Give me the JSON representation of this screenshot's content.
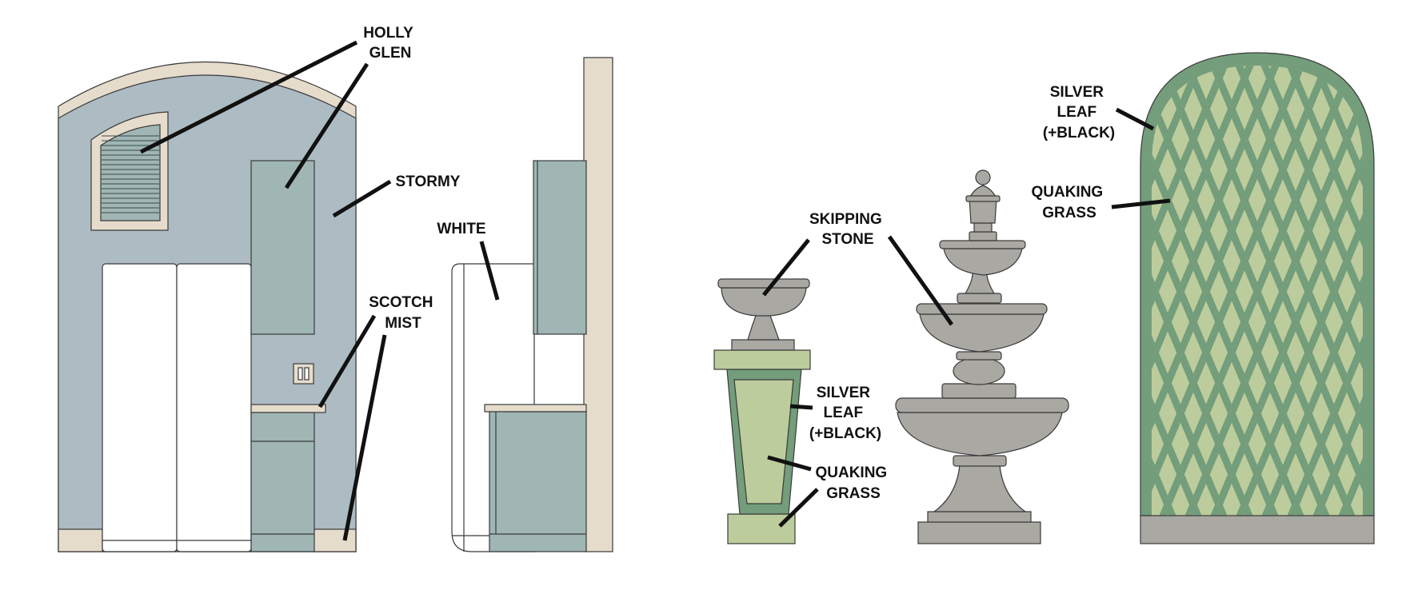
{
  "colors": {
    "holly_glen": "#9fb6b5",
    "stormy": "#adbbc3",
    "white": "#ffffff",
    "scotch_mist": "#e6dccb",
    "silver_leaf": "#739d7b",
    "quaking_grass": "#bccc9c",
    "skipping_stone": "#a9a8a3",
    "stone_dark": "#8e8d88",
    "outline": "#3a3a3a"
  },
  "labels": {
    "holly_glen": [
      "HOLLY",
      "GLEN"
    ],
    "stormy": [
      "STORMY"
    ],
    "white": [
      "WHITE"
    ],
    "scotch_mist": [
      "SCOTCH",
      "MIST"
    ],
    "skipping_stone": [
      "SKIPPING",
      "STONE"
    ],
    "silver_leaf_pedestal": [
      "SILVER",
      "LEAF",
      "(+BLACK)"
    ],
    "quaking_grass_pedestal": [
      "QUAKING",
      "GRASS"
    ],
    "silver_leaf_trellis": [
      "SILVER",
      "LEAF",
      "(+BLACK)"
    ],
    "quaking_grass_trellis": [
      "QUAKING",
      "GRASS"
    ]
  }
}
